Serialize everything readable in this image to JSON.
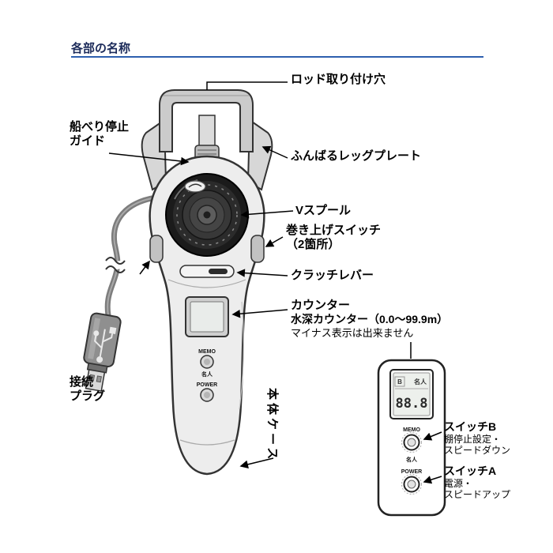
{
  "title": "各部の名称",
  "callouts": {
    "rod_hole": "ロッド取り付け穴",
    "gunwale_stop_line1": "船べり停止",
    "gunwale_stop_line2": "ガイド",
    "leg_plate": "ふんばるレッグプレート",
    "v_spool": "Vスプール",
    "hoist_switch_line1": "巻き上げスイッチ",
    "hoist_switch_line2": "（2箇所）",
    "clutch_lever": "クラッチレバー",
    "counter_title": "カウンター",
    "counter_sub": "水深カウンター（0.0～99.9m）",
    "counter_note": "マイナス表示は出来ません",
    "plug_line1": "接続",
    "plug_line2": "プラグ",
    "body_case": "本体ケース"
  },
  "device_labels": {
    "memo": "MEMO",
    "meijin": "名人",
    "power": "POWER"
  },
  "inset": {
    "lcd_indicator_b": "B",
    "lcd_indicator_meijin": "名人",
    "lcd_value": "88.8",
    "memo": "MEMO",
    "meijin": "名人",
    "power": "POWER",
    "switch_b": {
      "title": "スイッチB",
      "line1": "棚停止設定・",
      "line2": "スピードダウン"
    },
    "switch_a": {
      "title": "スイッチA",
      "line1": "電源・",
      "line2": "スピードアップ"
    }
  },
  "colors": {
    "title_text": "#1c2b5a",
    "title_rule": "#2d5fae",
    "label_text": "#000000",
    "device_body": "#ededed",
    "spool_dark": "#1b1b1b"
  }
}
